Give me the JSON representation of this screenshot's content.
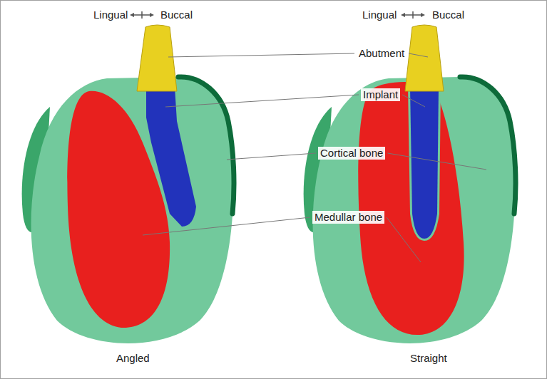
{
  "diagram": {
    "labels": [
      "Lingual",
      "Buccal",
      "Lingual",
      "Buccal",
      "Abutment",
      "Implant",
      "Cortical bone",
      "Medullar bone",
      "Angled",
      "Straight"
    ]
  }
}
